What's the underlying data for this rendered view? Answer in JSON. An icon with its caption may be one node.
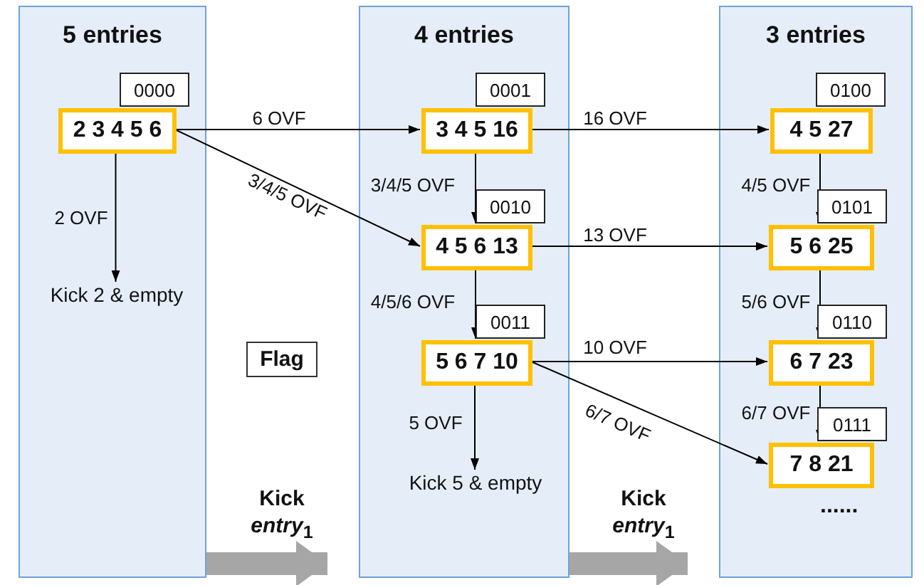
{
  "diagram": {
    "nodes": [
      {
        "text": [
          "5 entries"
        ]
      },
      {
        "text": [
          "4 entries"
        ]
      },
      {
        "text": [
          "3 entries"
        ]
      },
      {
        "text": [
          "2 3 4 5 6"
        ],
        "in": 0,
        "beside": [
          "0000"
        ]
      },
      {
        "text": [
          "Kick 2 & empty"
        ],
        "in": 0
      },
      {
        "text": [
          "3 4 5 16"
        ],
        "in": 1,
        "beside": [
          "0001"
        ]
      },
      {
        "text": [
          "4 5 6 13"
        ],
        "in": 1,
        "beside": [
          "0010"
        ]
      },
      {
        "text": [
          "5 6 7 10"
        ],
        "in": 1,
        "beside": [
          "0011"
        ]
      },
      {
        "text": [
          "Kick 5 & empty"
        ],
        "in": 1
      },
      {
        "text": [
          "4 5 27"
        ],
        "in": 2,
        "beside": [
          "0100"
        ]
      },
      {
        "text": [
          "5 6 25"
        ],
        "in": 2,
        "beside": [
          "0101"
        ]
      },
      {
        "text": [
          "6 7 23"
        ],
        "in": 2,
        "beside": [
          "0110"
        ]
      },
      {
        "text": [
          "7 8 21"
        ],
        "in": 2,
        "beside": [
          "0111"
        ]
      },
      {
        "text": [
          "Flag"
        ]
      }
    ],
    "edges": [
      {
        "from": 3,
        "to": 5,
        "arrow": "to",
        "label": "6 OVF"
      },
      {
        "from": 3,
        "to": 6,
        "arrow": "to",
        "label": "3/4/5 OVF"
      },
      {
        "from": 3,
        "to": 4,
        "arrow": "to",
        "label": "2 OVF"
      },
      {
        "from": 5,
        "to": 6,
        "arrow": "to",
        "label": "3/4/5 OVF"
      },
      {
        "from": 5,
        "to": 9,
        "arrow": "to",
        "label": "16 OVF"
      },
      {
        "from": 6,
        "to": 7,
        "arrow": "to",
        "label": "4/5/6 OVF"
      },
      {
        "from": 6,
        "to": 10,
        "arrow": "to",
        "label": "13 OVF"
      },
      {
        "from": 7,
        "to": 11,
        "arrow": "to",
        "label": "10 OVF"
      },
      {
        "from": 7,
        "to": 12,
        "arrow": "to",
        "label": "6/7 OVF"
      },
      {
        "from": 7,
        "to": 8,
        "arrow": "to",
        "label": "5 OVF"
      },
      {
        "from": 9,
        "to": 10,
        "arrow": "to",
        "label": "4/5 OVF"
      },
      {
        "from": 10,
        "to": 11,
        "arrow": "to",
        "label": "5/6 OVF"
      },
      {
        "from": 11,
        "to": 12,
        "arrow": "to",
        "label": "6/7 OVF"
      },
      {
        "from": 0,
        "to": 1,
        "arrow": "to",
        "label": "Kick *entry*$_{1}$",
        "style": "thick",
        "color": "#a6a6a6"
      },
      {
        "from": 1,
        "to": 2,
        "arrow": "to",
        "label": "Kick *entry*$_{1}$",
        "style": "thick",
        "color": "#a6a6a6"
      }
    ],
    "labels": [
      "......"
    ]
  }
}
